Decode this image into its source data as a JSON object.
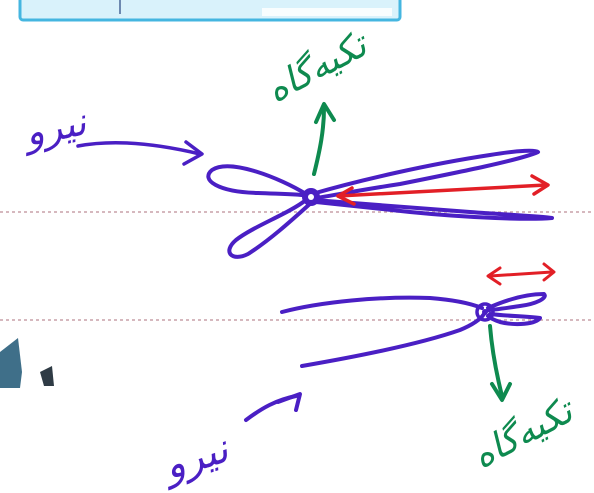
{
  "labels": {
    "force_top": "نیرو",
    "fulcrum_top": "تکیه‌گاه",
    "force_bottom": "نیرو",
    "fulcrum_bottom": "تکیه‌گاه"
  },
  "colors": {
    "ink_purple": "#4a1fc4",
    "ink_green": "#0e8a4f",
    "ink_red": "#e21f26",
    "dotted_line": "#c8a0a8",
    "header_box_fill": "#d9f2fb",
    "header_box_border": "#45b6e0",
    "corner_blob": "#3f6f89"
  },
  "icons": {
    "top_scissors": "scissors-sketch-icon",
    "bottom_scissors": "short-blade-scissors-sketch-icon"
  }
}
